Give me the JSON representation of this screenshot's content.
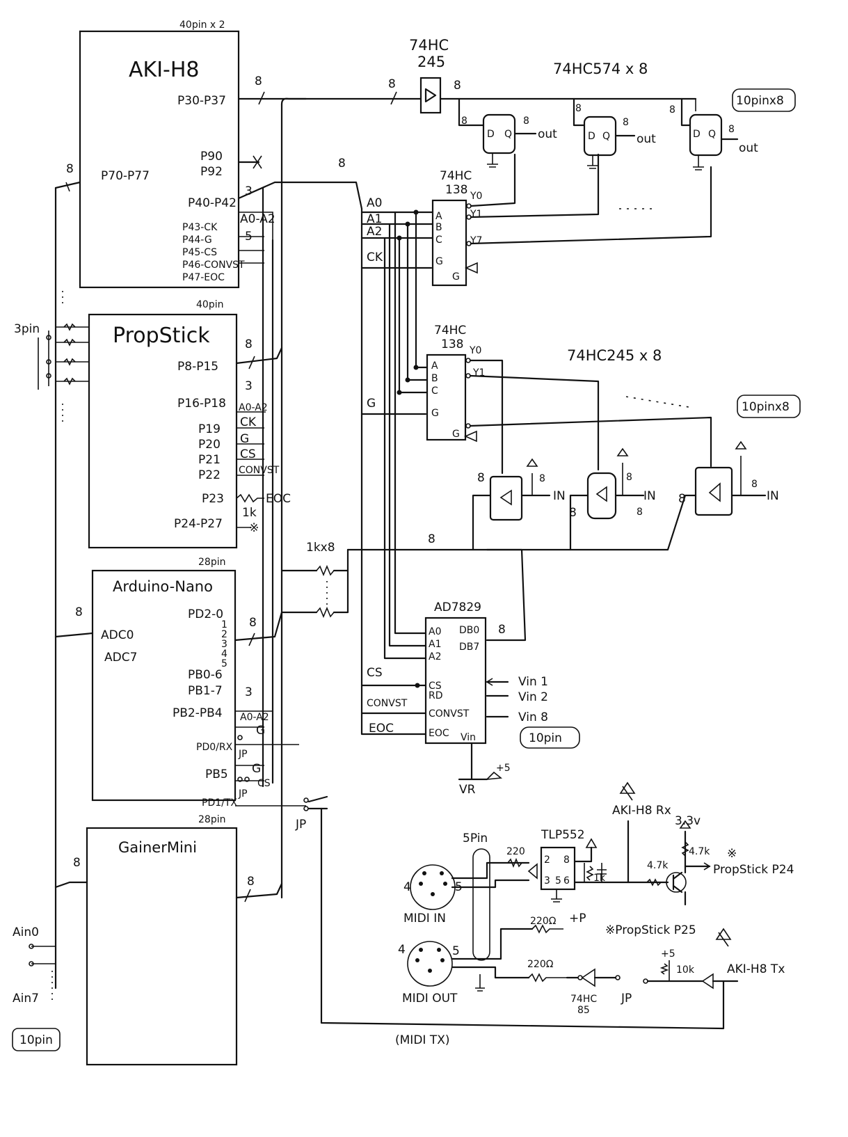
{
  "chips": {
    "aki_h8": {
      "name": "AKI-H8",
      "pins": "40pin x 2",
      "ports": {
        "p30_p37": "P30-P37",
        "p90": "P90",
        "p92": "P92",
        "p40_p42": "P40-P42",
        "p43": "P43-CK",
        "p44": "P44-G",
        "p45": "P45-CS",
        "p46": "P46-CONVST",
        "p47": "P47-EOC",
        "p70_p77": "P70-P77"
      }
    },
    "propstick": {
      "name": "PropStick",
      "pins": "40pin",
      "ports": {
        "p8_p15": "P8-P15",
        "p16_p18": "P16-P18",
        "p19": "P19",
        "p20": "P20",
        "p21": "P21",
        "p22": "P22",
        "p23": "P23",
        "p24_p27": "P24-P27"
      }
    },
    "arduino_nano": {
      "name": "Arduino-Nano",
      "pins": "28pin",
      "ports": {
        "pd2": "PD2-0",
        "r1": "1",
        "r2": "2",
        "r3": "3",
        "r4": "4",
        "r5": "5",
        "pb0": "PB0-6",
        "pb1": "PB1-7",
        "pb2_pb4": "PB2-PB4",
        "pd0": "PD0/RX",
        "pb5": "PB5",
        "pd1": "PD1/TX",
        "adc0": "ADC0",
        "adc7": "ADC7"
      }
    },
    "gainer_mini": {
      "name": "GainerMini",
      "pins": "28pin"
    },
    "hc574": {
      "name": "74HC574 x 8"
    },
    "hc245_top": {
      "name": "74HC",
      "sub": "245"
    },
    "hc245_bank": {
      "name": "74HC245 x 8"
    },
    "hc138_a": {
      "name": "74HC",
      "sub": "138"
    },
    "hc138_b": {
      "name": "74HC",
      "sub": "138"
    },
    "ad7829": {
      "name": "AD7829",
      "pins": {
        "a0": "A0",
        "a1": "A1",
        "a2": "A2",
        "cs": "CS",
        "rd": "RD",
        "convst": "CONVST",
        "eoc": "EOC",
        "vin": "Vin",
        "db0": "DB0",
        "db7": "DB7"
      }
    },
    "tlp552": {
      "name": "TLP552"
    },
    "hc85": {
      "name": "74HC",
      "sub": "85"
    }
  },
  "signals": {
    "a0_a2": "A0-A2",
    "a0": "A0",
    "a1": "A1",
    "a2": "A2",
    "ck": "CK",
    "g": "G",
    "cs": "CS",
    "convst": "CONVST",
    "eoc": "EOC",
    "y0": "Y0",
    "y1": "Y1",
    "y7": "Y7",
    "out": "out",
    "in": "IN",
    "d": "D",
    "q": "Q"
  },
  "bus_widths": {
    "eight": "8",
    "three": "3",
    "five": "5"
  },
  "labels": {
    "pin10x8_top": "10pinx8",
    "pin10x8_mid": "10pinx8",
    "pin10_adc": "10pin",
    "pin10_ain": "10pin",
    "pin3": "3pin",
    "vin1": "Vin 1",
    "vin2": "Vin 2",
    "vin8": "Vin 8",
    "ain0": "Ain0",
    "ain7": "Ain7",
    "r1kx8": "1kx8",
    "r1k": "1k",
    "jp": "JP",
    "vr": "VR",
    "v5": "+5",
    "midi_tx": "(MIDI TX)",
    "pin5": "5Pin",
    "midi_in": "MIDI IN",
    "midi_out": "MIDI OUT",
    "r220_a": "220",
    "r220_b": "220Ω",
    "r220_c": "220Ω",
    "r1k_opto": "1k",
    "r47k_a": "4.7k",
    "r47k_b": "4.7k",
    "r10k": "10k",
    "v33": "3.3v",
    "aki_rx": "AKI-H8 Rx",
    "aki_tx": "AKI-H8 Tx",
    "prop_p24": "PropStick P24",
    "prop_p25": "※PropStick P25",
    "note_mark": "※",
    "n4_in": "4",
    "n5_in": "5",
    "n4_out": "4",
    "n5_out": "5",
    "opto2": "2",
    "opto3": "3",
    "opto5": "5",
    "opto6": "6",
    "opto8": "8",
    "plus_p": "+P"
  }
}
